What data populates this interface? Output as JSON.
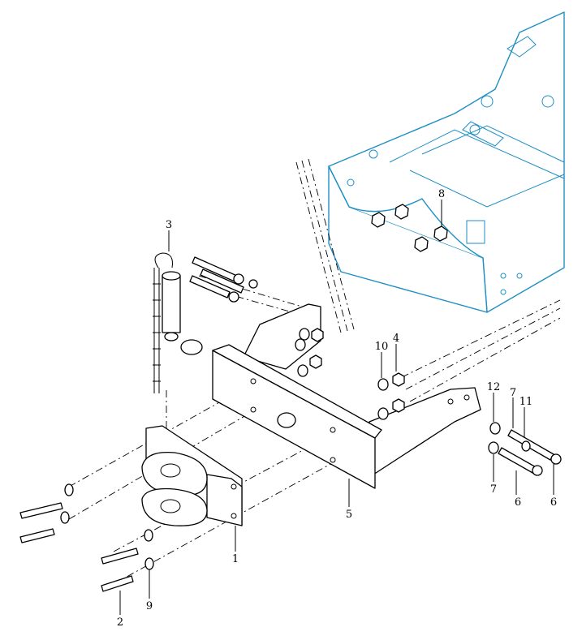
{
  "diagram": {
    "callouts": [
      "1",
      "2",
      "3",
      "4",
      "5",
      "6",
      "6",
      "7",
      "7",
      "8",
      "9",
      "10",
      "11",
      "12"
    ]
  },
  "colors": {
    "frame_outline": "#1f8fc4",
    "part_outline": "#000000",
    "background": "#ffffff"
  }
}
